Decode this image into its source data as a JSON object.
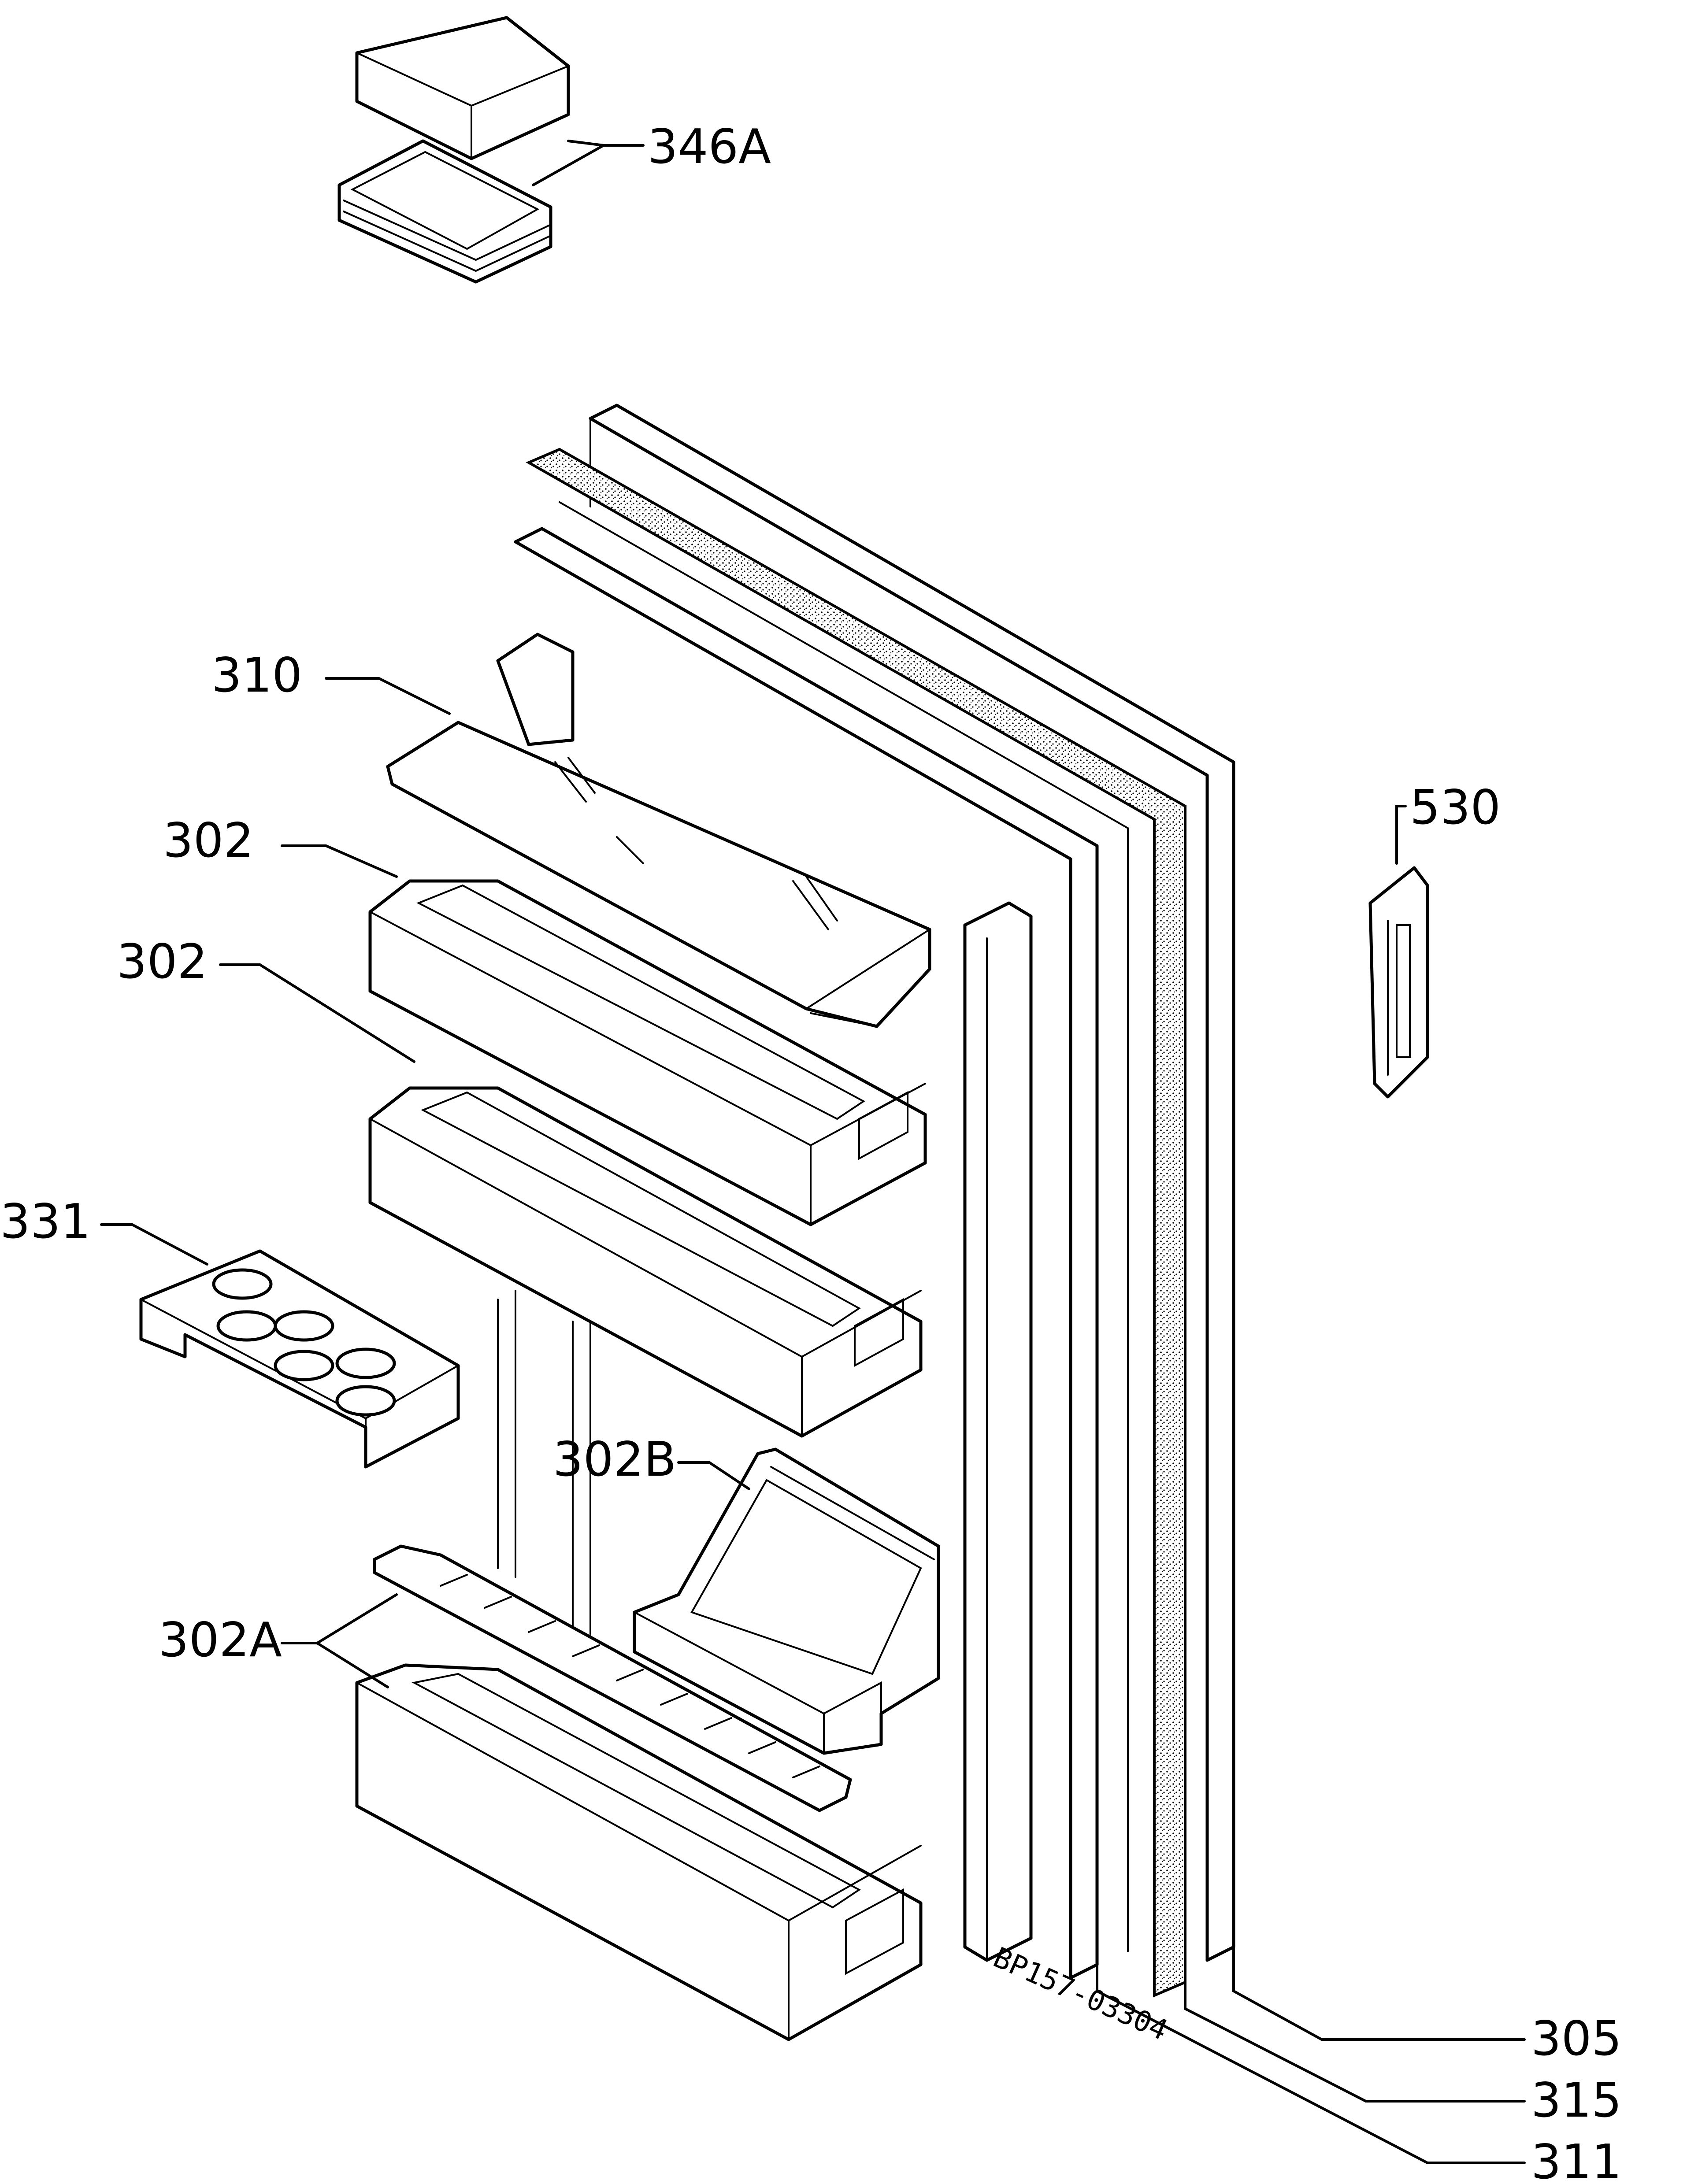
{
  "labels": {
    "p346A": "346A",
    "p310": "310",
    "p302_top": "302",
    "p302_mid": "302",
    "p331": "331",
    "p302B": "302B",
    "p302A": "302A",
    "p530": "530",
    "p305": "305",
    "p315": "315",
    "p311": "311"
  },
  "drawing_code": "BP157-03304",
  "colors": {
    "line": "#000000",
    "paper": "#ffffff"
  }
}
